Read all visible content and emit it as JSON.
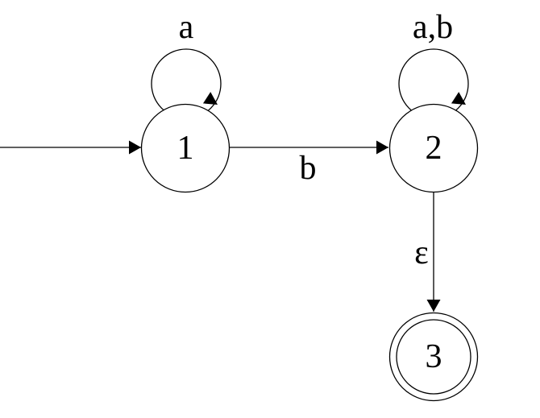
{
  "diagram": {
    "type": "finite-state-automaton",
    "background_color": "#ffffff",
    "line_color": "#000000",
    "states": [
      {
        "label": "1",
        "initial": true,
        "accepting": false
      },
      {
        "label": "2",
        "initial": false,
        "accepting": false
      },
      {
        "label": "3",
        "initial": false,
        "accepting": true
      }
    ],
    "transitions": [
      {
        "from": "1",
        "to": "1",
        "label": "a",
        "kind": "self-loop"
      },
      {
        "from": "1",
        "to": "2",
        "label": "b",
        "kind": "straight"
      },
      {
        "from": "2",
        "to": "2",
        "label": "a,b",
        "kind": "self-loop"
      },
      {
        "from": "2",
        "to": "3",
        "label": "ε",
        "kind": "straight"
      }
    ],
    "start_arrow": {
      "to": "1"
    }
  }
}
